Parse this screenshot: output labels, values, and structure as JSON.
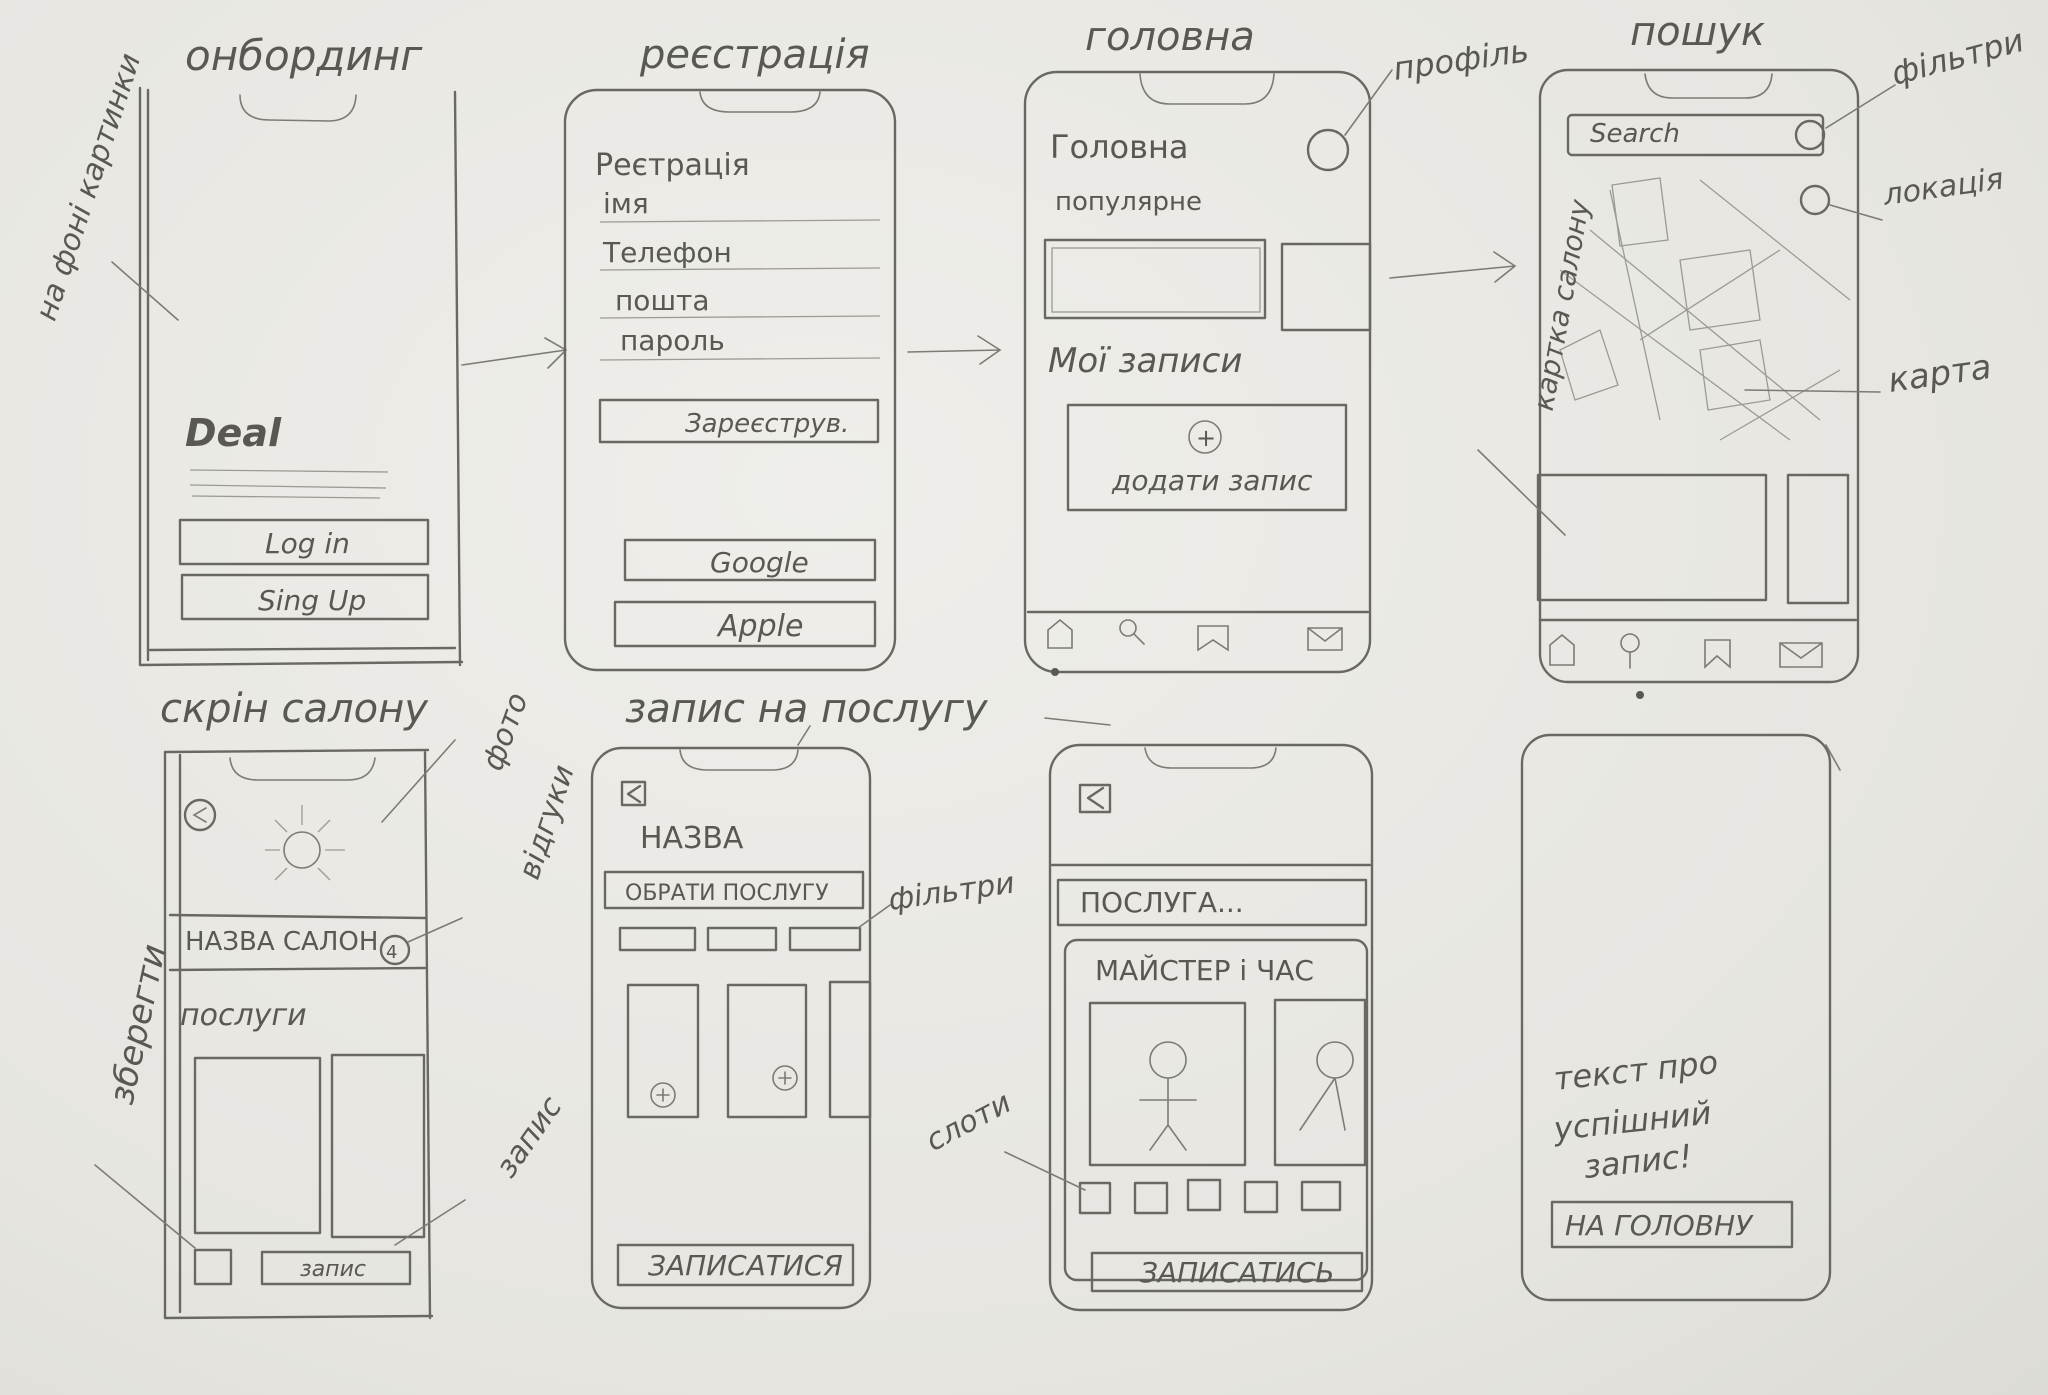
{
  "screens": {
    "onboarding": {
      "title": "онбординг",
      "bg_note": "на фоні картинки",
      "logo": "Deal",
      "login": "Log in",
      "signup": "Sing Up"
    },
    "registration": {
      "title": "реєстрація",
      "heading": "Реєтрація",
      "name": "імя",
      "phone": "Телефон",
      "email": "пошта",
      "password": "пароль",
      "register": "Зареєструв.",
      "google": "Google",
      "apple": "Apple"
    },
    "home": {
      "title": "головна",
      "heading": "Головна",
      "popular": "популярне",
      "my_records": "Мої записи",
      "add_plus": "+",
      "add_record": "додати запис",
      "profile_note": "профіль"
    },
    "search": {
      "title": "пошук",
      "search_placeholder": "Search",
      "filters_note": "фільтри",
      "location_note": "локація",
      "map_note": "карта",
      "card_note": "картка салону"
    },
    "salon": {
      "title": "скрін салону",
      "photo_note": "фото",
      "reviews_note": "відгуки",
      "name": "НАЗВА САЛОН",
      "services": "послуги",
      "save_note": "зберегти",
      "booking_note": "запис",
      "book_button": "запис",
      "rating": "4"
    },
    "service_booking": {
      "title": "запис на послугу",
      "name": "НАЗВА",
      "choose": "ОБРАТИ ПОСЛУГУ",
      "filters_note": "фільтри",
      "button": "ЗАПИСАТИСЯ"
    },
    "master": {
      "service": "ПОСЛУГА...",
      "master_time": "МАЙСТЕР і ЧАС",
      "slots_note": "слоти",
      "button": "ЗАПИСАТИСЬ"
    },
    "success": {
      "text1": "текст про",
      "text2": "успішний",
      "text3": "запис!",
      "button": "НА ГОЛОВНУ"
    }
  }
}
